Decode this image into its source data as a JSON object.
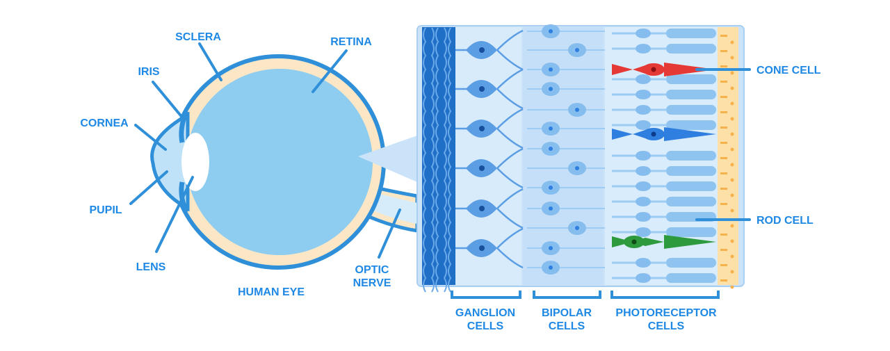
{
  "labels": {
    "sclera": "SCLERA",
    "retina": "RETINA",
    "iris": "IRIS",
    "cornea": "CORNEA",
    "pupil": "PUPIL",
    "lens": "LENS",
    "human_eye": "HUMAN EYE",
    "optic_nerve_1": "OPTIC",
    "optic_nerve_2": "NERVE",
    "cone_cell": "CONE CELL",
    "rod_cell": "ROD CELL",
    "ganglion_1": "GANGLION",
    "ganglion_2": "CELLS",
    "bipolar_1": "BIPOLAR",
    "bipolar_2": "CELLS",
    "photo_1": "PHOTORECEPTOR",
    "photo_2": "CELLS"
  },
  "colors": {
    "label": "#1e88e5",
    "eye_fill": "#8ecdf0",
    "eye_outline": "#2f8fd8",
    "choroid": "#fbe7c6",
    "panel_bg": "#cbe3f8",
    "nerve_fiber": "#1f6fc7",
    "ganglion_cell": "#5b9ee3",
    "bipolar_cell": "#86bdef",
    "rod": "#8fc4f0",
    "pigment": "#fde0a8",
    "cone_red": "#e53935",
    "cone_blue": "#2f7fe0",
    "cone_green": "#2e9a3e"
  }
}
